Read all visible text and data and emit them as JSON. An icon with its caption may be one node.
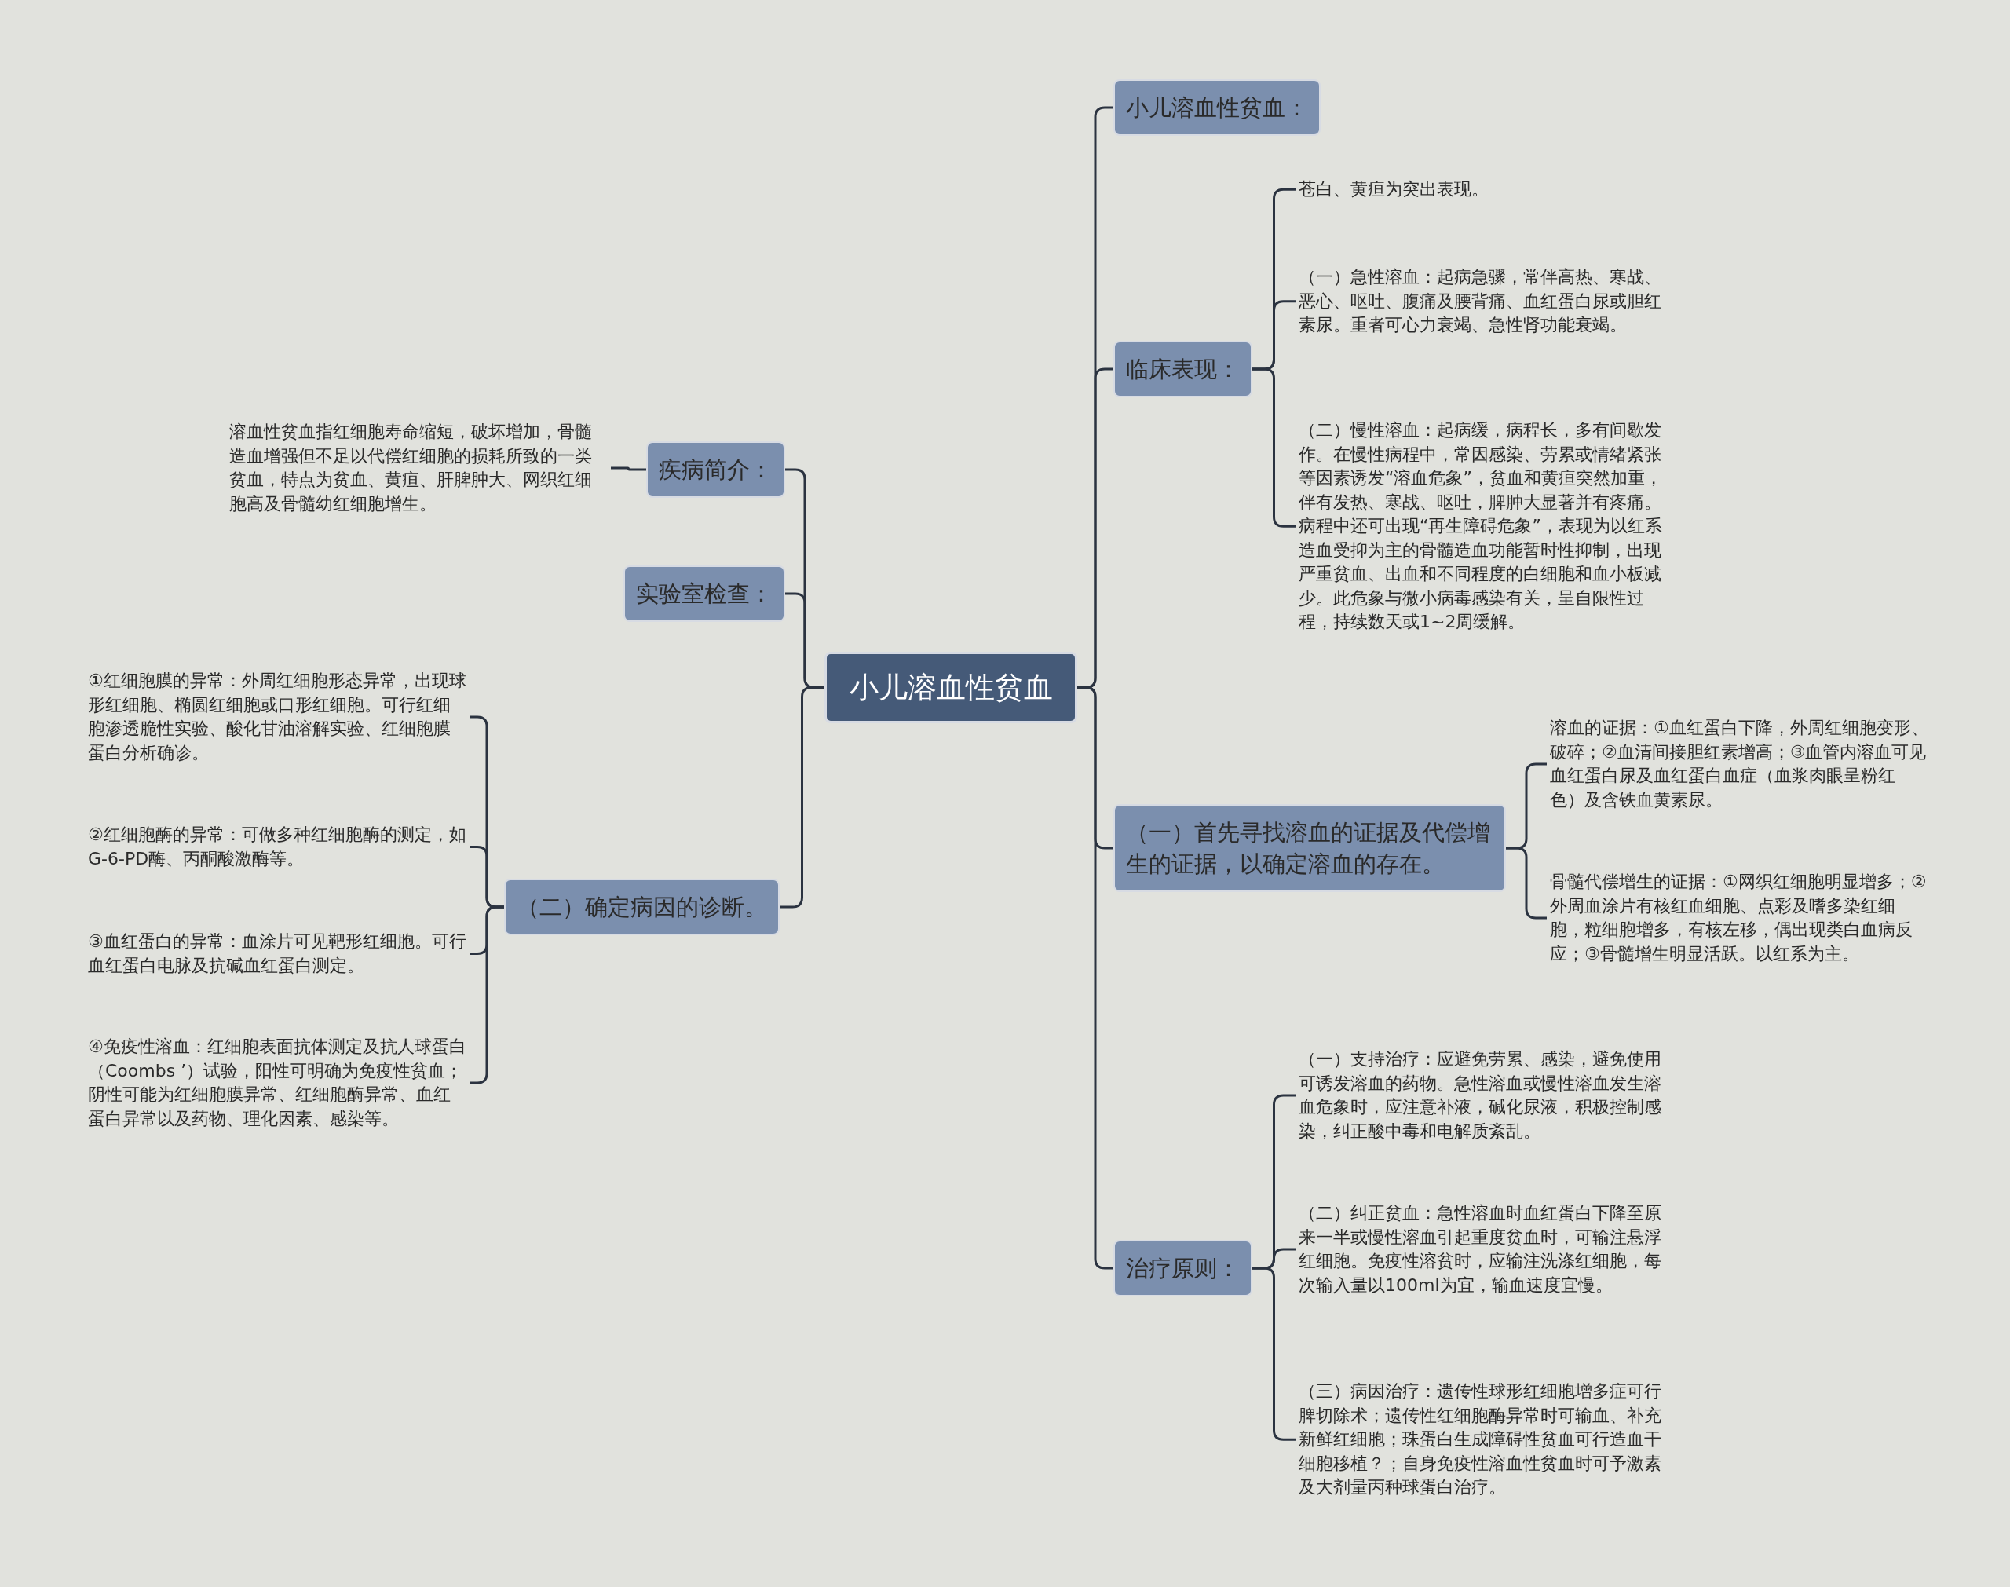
{
  "diagram": {
    "nodes": [
      {
        "text": [
          "小儿溶血性贫血"
        ]
      },
      {
        "text": [
          "小儿溶血性贫血："
        ]
      },
      {
        "text": [
          "临床表现："
        ]
      },
      {
        "text": [
          "苍白、黄疸为突出表现。"
        ]
      },
      {
        "text": [
          "（一）急性溶血：起病急骤，常伴高热、寒战、恶心、呕吐、腹痛及腰背痛、血红蛋白尿或胆红素尿。重者可心力衰竭、急性肾功能衰竭。"
        ]
      },
      {
        "text": [
          "（二）慢性溶血：起病缓，病程长，多有间歇发作。在慢性病程中，常因感染、劳累或情绪紧张等因素诱发“溶血危象”，贫血和黄疸突然加重，伴有发热、寒战、呕吐，脾肿大显著并有疼痛。病程中还可出现“再生障碍危象”，表现为以红系造血受抑为主的骨髓造血功能暂时性抑制，出现严重贫血、出血和不同程度的白细胞和血小板减少。此危象与微小病毒感染有关，呈自限性过程，持续数天或1~2周缓解。"
        ]
      },
      {
        "text": [
          "（一）首先寻找溶血的证据及代偿增生的证据，以确定溶血的存在。"
        ]
      },
      {
        "text": [
          "溶血的证据：①血红蛋白下降，外周红细胞变形、破碎；②血清间接胆红素增高；③血管内溶血可见血红蛋白尿及血红蛋白血症（血浆肉眼呈粉红色）及含铁血黄素尿。"
        ]
      },
      {
        "text": [
          "骨髓代偿增生的证据：①网织红细胞明显增多；②外周血涂片有核红血细胞、点彩及嗜多染红细胞，粒细胞增多，有核左移，偶出现类白血病反应；③骨髓增生明显活跃。以红系为主。"
        ]
      },
      {
        "text": [
          "治疗原则："
        ]
      },
      {
        "text": [
          "（一）支持治疗：应避免劳累、感染，避免使用可诱发溶血的药物。急性溶血或慢性溶血发生溶血危象时，应注意补液，碱化尿液，积极控制感染，纠正酸中毒和电解质紊乱。"
        ]
      },
      {
        "text": [
          "（二）纠正贫血：急性溶血时血红蛋白下降至原来一半或慢性溶血引起重度贫血时，可输注悬浮红细胞。免疫性溶贫时，应输注洗涤红细胞，每次输入量以100ml为宜，输血速度宜慢。"
        ]
      },
      {
        "text": [
          "（三）病因治疗：遗传性球形红细胞增多症可行脾切除术；遗传性红细胞酶异常时可输血、补充新鲜红细胞；珠蛋白生成障碍性贫血可行造血干细胞移植？；自身免疫性溶血性贫血时可予激素及大剂量丙种球蛋白治疗。"
        ]
      },
      {
        "text": [
          "疾病简介："
        ]
      },
      {
        "text": [
          "溶血性贫血指红细胞寿命缩短，破坏增加，骨髓造血增强但不足以代偿红细胞的损耗所致的一类贫血，特点为贫血、黄疸、肝脾肿大、网织红细胞高及骨髓幼红细胞增生。"
        ]
      },
      {
        "text": [
          "实验室检查："
        ]
      },
      {
        "text": [
          "（二）确定病因的诊断。"
        ]
      },
      {
        "text": [
          "①红细胞膜的异常：外周红细胞形态异常，出现球形红细胞、椭圆红细胞或口形红细胞。可行红细胞渗透脆性实验、酸化甘油溶解实验、红细胞膜蛋白分析确诊。"
        ]
      },
      {
        "text": [
          "②红细胞酶的异常：可做多种红细胞酶的测定，如G-6-PD酶、丙酮酸激酶等。"
        ]
      },
      {
        "text": [
          "③血红蛋白的异常：血涂片可见靶形红细胞。可行血红蛋白电脉及抗碱血红蛋白测定。"
        ]
      },
      {
        "text": [
          "④免疫性溶血：红细胞表面抗体测定及抗人球蛋白（Coombs ’）试验，阳性可明确为免疫性贫血；阴性可能为红细胞膜异常、红细胞酶异常、血红蛋白异常以及药物、理化因素、感染等。"
        ]
      }
    ],
    "edges": [
      {
        "from": 0,
        "to": 1,
        "arrow": "none"
      },
      {
        "from": 0,
        "to": 2,
        "arrow": "none"
      },
      {
        "from": 2,
        "to": 3,
        "arrow": "none"
      },
      {
        "from": 2,
        "to": 4,
        "arrow": "none"
      },
      {
        "from": 2,
        "to": 5,
        "arrow": "none"
      },
      {
        "from": 0,
        "to": 6,
        "arrow": "none"
      },
      {
        "from": 6,
        "to": 7,
        "arrow": "none"
      },
      {
        "from": 6,
        "to": 8,
        "arrow": "none"
      },
      {
        "from": 0,
        "to": 9,
        "arrow": "none"
      },
      {
        "from": 9,
        "to": 10,
        "arrow": "none"
      },
      {
        "from": 9,
        "to": 11,
        "arrow": "none"
      },
      {
        "from": 9,
        "to": 12,
        "arrow": "none"
      },
      {
        "from": 0,
        "to": 13,
        "arrow": "none"
      },
      {
        "from": 13,
        "to": 14,
        "arrow": "none"
      },
      {
        "from": 0,
        "to": 15,
        "arrow": "none"
      },
      {
        "from": 0,
        "to": 16,
        "arrow": "none"
      },
      {
        "from": 16,
        "to": 17,
        "arrow": "none"
      },
      {
        "from": 16,
        "to": 18,
        "arrow": "none"
      },
      {
        "from": 16,
        "to": 19,
        "arrow": "none"
      },
      {
        "from": 16,
        "to": 20,
        "arrow": "none"
      }
    ]
  }
}
